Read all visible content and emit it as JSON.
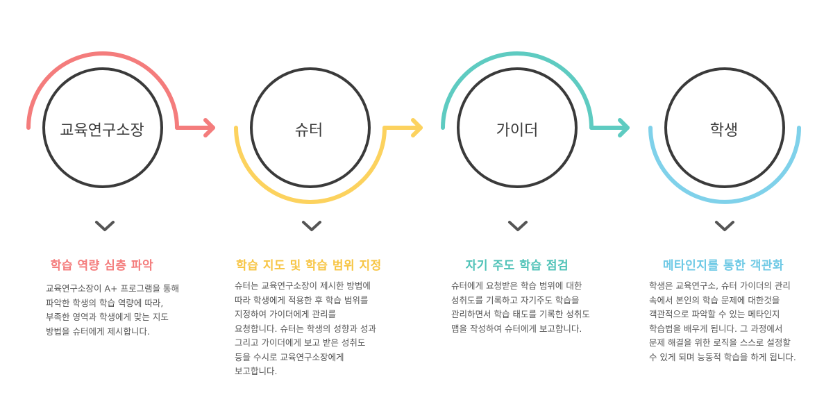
{
  "colors": {
    "circle_stroke": "#3a3a3a",
    "chevron": "#555555",
    "text": "#555555"
  },
  "steps": [
    {
      "name": "교육연구소장",
      "color": "#f47c7c",
      "arc": "top",
      "title": "학습 역량 심층 파악",
      "description": "교육연구소장이 A+ 프로그램을 통해\n파악한 학생의 학습 역량에 따라,\n부족한 영역과 학생에게 맞는 지도\n방법을 슈터에게 제시합니다."
    },
    {
      "name": "슈터",
      "color": "#fcd25e",
      "arc": "bottom",
      "title": "학습 지도 및 학습 범위 지정",
      "description": "슈터는 교육연구소장이 제시한 방법에\n따라 학생에게 적용한 후 학습 범위를\n지정하여 가이더에게 관리를\n요청합니다. 슈터는 학생의 성향과 성과\n그리고 가이더에게 보고 받은 성취도\n등을 수시로 교육연구소장에게\n보고합니다."
    },
    {
      "name": "가이더",
      "color": "#5ecbc1",
      "arc": "top",
      "title": "자기 주도 학습 점검",
      "description": "슈터에게 요청받은 학습 범위에 대한\n성취도를 기록하고 자기주도 학습을\n관리하면서 학습 태도를 기록한 성취도\n맵을 작성하여 슈터에게 보고합니다."
    },
    {
      "name": "학생",
      "color": "#7fd1ea",
      "arc": "bottom",
      "title": "메타인지를 통한 객관화",
      "description": "학생은 교육연구소, 슈터 가이더의 관리\n속에서 본인의 학습 문제에 대한것을\n객관적으로 파악할 수 있는 메타인지\n학습법을 배우게 됩니다. 그 과정에서\n문제 해결을 위한 로직을 스스로 설정할\n수 있게 되며 능동적 학습을 하게 됩니다."
    }
  ]
}
